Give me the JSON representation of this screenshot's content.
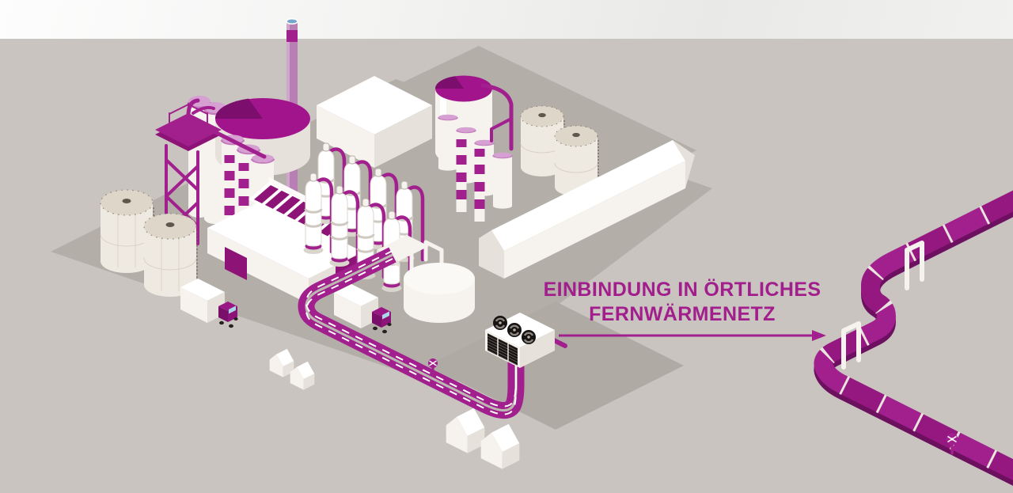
{
  "annotation": {
    "title_line1": "EINBINDUNG IN ÖRTLICHES",
    "title_line2": "FERNWÄRMENETZ",
    "arrow_direction": "right"
  },
  "illustration": {
    "alt": "Isometrische Illustration einer Industrieanlage (Raffinerie) mit magentafarbenen Rohrleitungen, die über eine Fernwärmeleitung an das örtliche Fernwärmenetz angebunden ist",
    "parts": [
      "factory-ground-plates",
      "tall-chimney",
      "clarifier-disc-tank",
      "scaffold-tower",
      "silo-group-left",
      "striped-chimneys",
      "factory-building-solar-roof",
      "flat-roof-building",
      "funnel-tank",
      "silo-group-right",
      "storage-tanks",
      "long-gabled-warehouse",
      "distillation-columns",
      "column-pipes",
      "storage-tanks-left",
      "round-tank",
      "heating-pipeline-road",
      "pipeline-valve",
      "heat-exchanger-unit",
      "delivery-trucks",
      "small-houses",
      "flow-arrow",
      "district-heating-pipeline",
      "pipe-supports",
      "pipeline-wheel-valve"
    ]
  },
  "colors": {
    "bg": "#c9c4bf",
    "band1": "#fdfdfd",
    "band2": "#e9e9e7",
    "plate": "#b4aea9",
    "pad": "#b0aaa5",
    "magenta": "#a1208e",
    "magentaDark": "#6d1060",
    "magentaDeep": "#8d1377",
    "magentaAlt": "#8a1375",
    "disc": "#a1148c",
    "discShadow": "#7c0f6d",
    "pink": "#d6a0d2",
    "pinkDark": "#c47cbd",
    "mauve": "#b77fb3",
    "mauveLight": "#cfa6cc",
    "blueTop": "#76a7cc",
    "cream": "#efeae1",
    "creamDark": "#ddd6c9",
    "blob": "#5f574d",
    "white": "#ffffff",
    "whiteWarm": "#f6f3ee",
    "shade": "#e6e2db",
    "shade2": "#d9d4cc",
    "grilleDark": "#171312",
    "glass": "#a9d7e8",
    "joint": "#e9e4de",
    "gap": "#bcb6b0",
    "cab": "#8c1478",
    "textMagenta": "#a11e8c"
  }
}
